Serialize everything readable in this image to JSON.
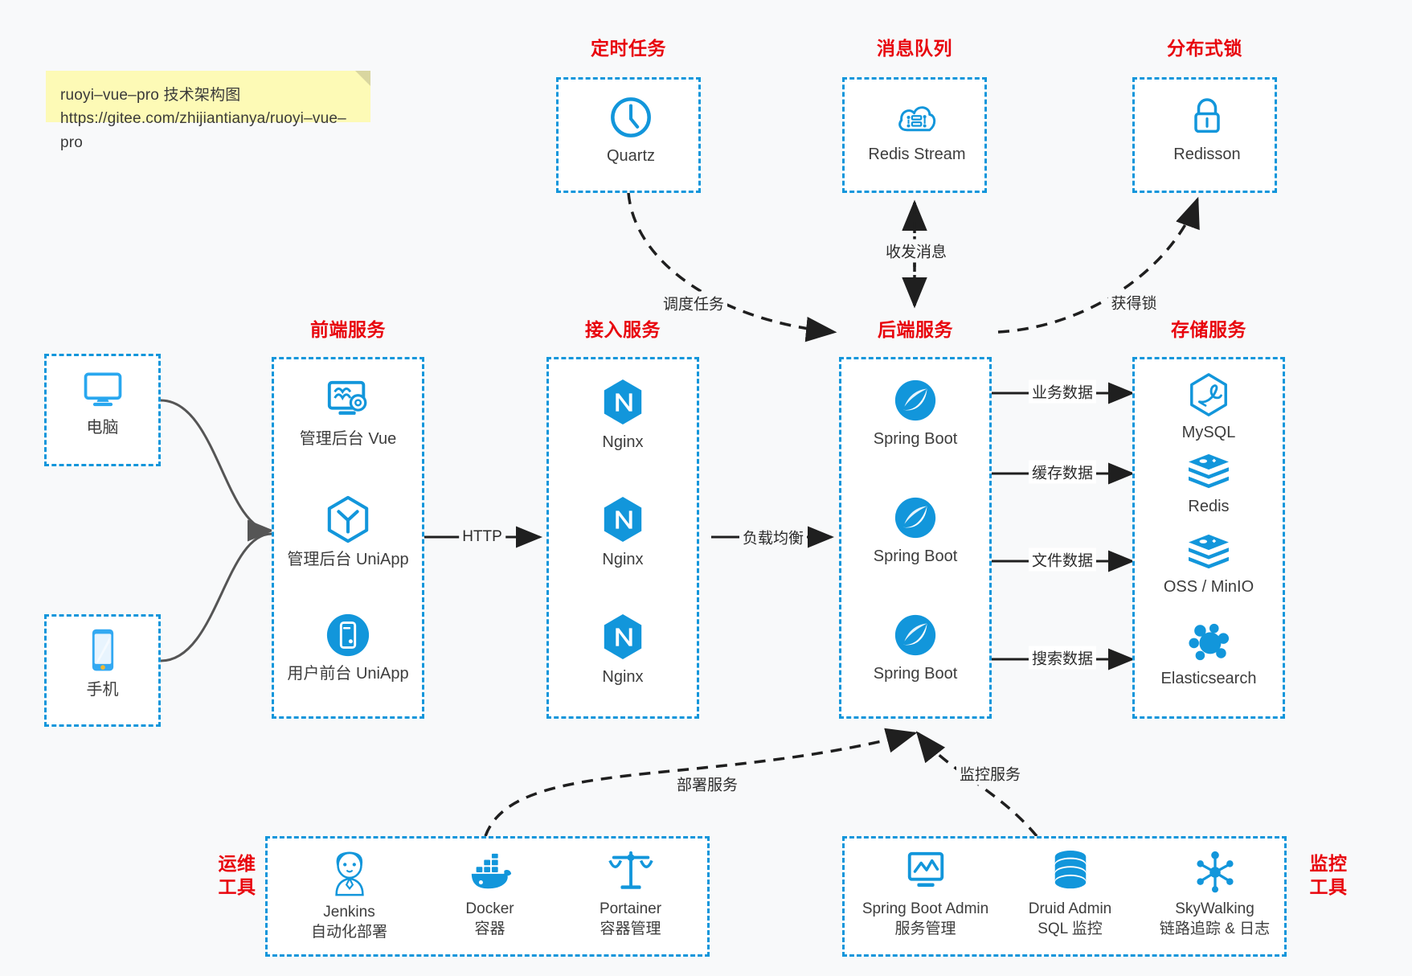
{
  "note": {
    "line1": "ruoyi–vue–pro 技术架构图",
    "line2": "https://gitee.com/zhijiantianya/ruoyi–vue–pro"
  },
  "colors": {
    "accent_blue": "#1296db",
    "title_red": "#e8050d",
    "note_yellow": "#fdfab6",
    "canvas": "#f8f9fa",
    "arrow_dark": "#1f1f1f",
    "arrow_gray": "#555555"
  },
  "groups": {
    "scheduler": {
      "title": "定时任务"
    },
    "mq": {
      "title": "消息队列"
    },
    "lock": {
      "title": "分布式锁"
    },
    "frontend": {
      "title": "前端服务"
    },
    "gateway": {
      "title": "接入服务"
    },
    "backend": {
      "title": "后端服务"
    },
    "storage": {
      "title": "存储服务"
    },
    "devops": {
      "title": "运维\n工具"
    },
    "monitor": {
      "title": "监控\n工具"
    }
  },
  "clients": [
    {
      "label": "电脑",
      "icon": "desktop-computer-icon"
    },
    {
      "label": "手机",
      "icon": "mobile-phone-icon"
    }
  ],
  "scheduler_nodes": [
    {
      "label": "Quartz",
      "icon": "clock-icon"
    }
  ],
  "mq_nodes": [
    {
      "label": "Redis Stream",
      "icon": "cloud-stream-icon"
    }
  ],
  "lock_nodes": [
    {
      "label": "Redisson",
      "icon": "padlock-icon"
    }
  ],
  "frontend_nodes": [
    {
      "label": "管理后台 Vue",
      "icon": "dashboard-monitor-icon"
    },
    {
      "label": "管理后台 UniApp",
      "icon": "uniapp-hexagon-icon"
    },
    {
      "label": "用户前台 UniApp",
      "icon": "mobile-app-circle-icon"
    }
  ],
  "gateway_nodes": [
    {
      "label": "Nginx",
      "icon": "nginx-icon"
    },
    {
      "label": "Nginx",
      "icon": "nginx-icon"
    },
    {
      "label": "Nginx",
      "icon": "nginx-icon"
    }
  ],
  "backend_nodes": [
    {
      "label": "Spring Boot",
      "icon": "spring-boot-icon"
    },
    {
      "label": "Spring Boot",
      "icon": "spring-boot-icon"
    },
    {
      "label": "Spring Boot",
      "icon": "spring-boot-icon"
    }
  ],
  "storage_nodes": [
    {
      "label": "MySQL",
      "icon": "mysql-icon"
    },
    {
      "label": "Redis",
      "icon": "redis-icon"
    },
    {
      "label": "OSS / MinIO",
      "icon": "object-storage-icon"
    },
    {
      "label": "Elasticsearch",
      "icon": "elasticsearch-icon"
    }
  ],
  "devops_nodes": [
    {
      "name": "Jenkins",
      "desc": "自动化部署",
      "icon": "jenkins-icon"
    },
    {
      "name": "Docker",
      "desc": "容器",
      "icon": "docker-icon"
    },
    {
      "name": "Portainer",
      "desc": "容器管理",
      "icon": "scales-balance-icon"
    }
  ],
  "monitor_nodes": [
    {
      "name": "Spring Boot Admin",
      "desc": "服务管理",
      "icon": "monitor-chart-icon"
    },
    {
      "name": "Druid Admin",
      "desc": "SQL 监控",
      "icon": "database-stack-icon"
    },
    {
      "name": "SkyWalking",
      "desc": "链路追踪 & 日志",
      "icon": "skywalking-node-icon"
    }
  ],
  "edges": [
    {
      "label": "调度任务",
      "from": "Quartz",
      "to": "后端服务",
      "style": "dashed"
    },
    {
      "label": "收发消息",
      "from": "Redis Stream",
      "to": "后端服务",
      "style": "dashed-bidirectional"
    },
    {
      "label": "获得锁",
      "from": "后端服务",
      "to": "Redisson",
      "style": "dashed"
    },
    {
      "label": "HTTP",
      "from": "前端服务",
      "to": "接入服务",
      "style": "solid"
    },
    {
      "label": "负载均衡",
      "from": "接入服务",
      "to": "后端服务",
      "style": "solid"
    },
    {
      "label": "业务数据",
      "from": "后端服务",
      "to": "MySQL",
      "style": "solid"
    },
    {
      "label": "缓存数据",
      "from": "后端服务",
      "to": "Redis",
      "style": "solid"
    },
    {
      "label": "文件数据",
      "from": "后端服务",
      "to": "OSS / MinIO",
      "style": "solid"
    },
    {
      "label": "搜索数据",
      "from": "后端服务",
      "to": "Elasticsearch",
      "style": "solid"
    },
    {
      "label": "部署服务",
      "from": "运维工具",
      "to": "后端服务",
      "style": "dashed"
    },
    {
      "label": "监控服务",
      "from": "监控工具",
      "to": "后端服务",
      "style": "dashed"
    }
  ]
}
